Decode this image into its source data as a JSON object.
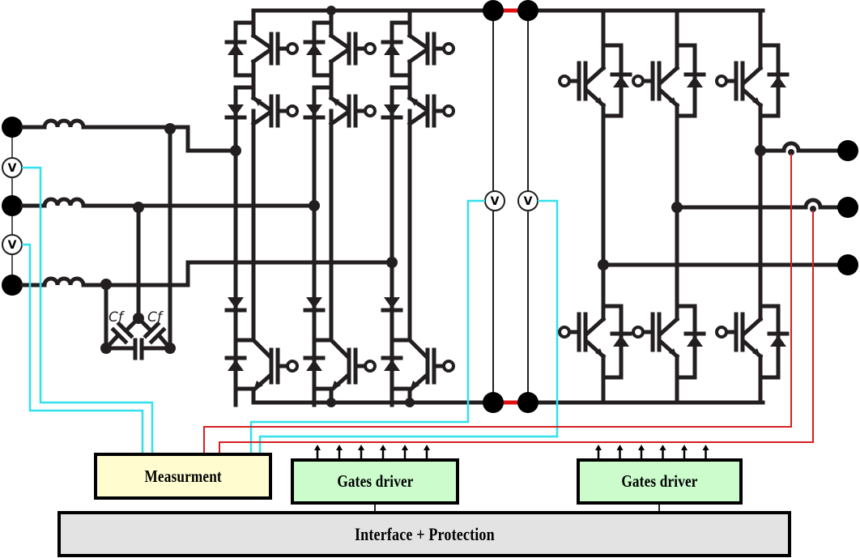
{
  "diagram": {
    "type": "back-to-back three-phase converter circuit",
    "blocks": {
      "measurement": "Measurment",
      "gates_driver_left": "Gates driver",
      "gates_driver_right": "Gates driver",
      "interface": "Interface + Protection"
    },
    "labels": {
      "filter_capacitor": "Cf",
      "voltmeter": "V"
    },
    "components": {
      "input_terminals": 3,
      "output_terminals": 3,
      "input_inductors": 3,
      "filter_capacitors": 3,
      "input_voltmeters": 2,
      "dc_link_voltmeters": 2,
      "rectifier_switch_cells": 12,
      "inverter_switches": 6,
      "current_sensors": 2,
      "gate_signal_arrows_per_driver": 6
    },
    "colors": {
      "wire": "#231f20",
      "voltage_sense": "#33e0ee",
      "current_sense": "#d42020",
      "measurement_fill": "#fffdd0",
      "driver_fill": "#ccfccc",
      "interface_fill": "#e3e3e3"
    }
  }
}
